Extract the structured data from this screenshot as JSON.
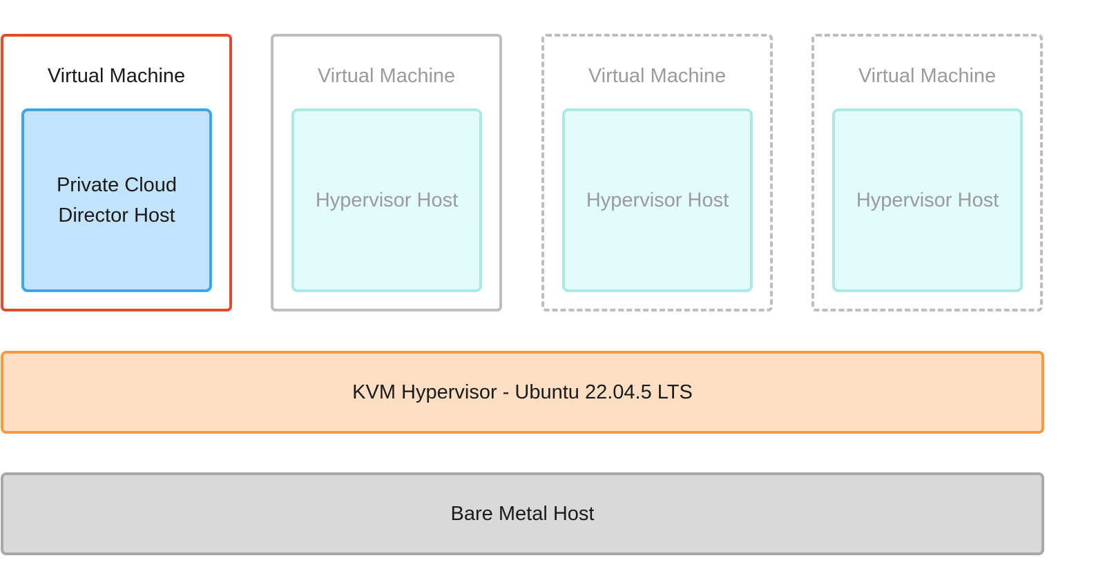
{
  "virtual_machines": [
    {
      "title": "Virtual Machine",
      "host": "Private Cloud Director Host"
    },
    {
      "title": "Virtual Machine",
      "host": "Hypervisor Host"
    },
    {
      "title": "Virtual Machine",
      "host": "Hypervisor Host"
    },
    {
      "title": "Virtual Machine",
      "host": "Hypervisor Host"
    }
  ],
  "hypervisor_layer": {
    "label": "KVM Hypervisor - Ubuntu 22.04.5 LTS"
  },
  "bare_metal_layer": {
    "label": "Bare Metal Host"
  },
  "colors": {
    "primary_vm_border": "#e8482c",
    "vm_border": "#bdbdbd",
    "primary_host_fill": "#c3e3fd",
    "primary_host_border": "#3aa6f0",
    "host_fill": "#e2fcfb",
    "host_border": "#aaeae2",
    "hypervisor_fill": "#ffdfc3",
    "hypervisor_border": "#ff9a3c",
    "bare_metal_fill": "#d9d9d9",
    "bare_metal_border": "#a8a8a8"
  }
}
